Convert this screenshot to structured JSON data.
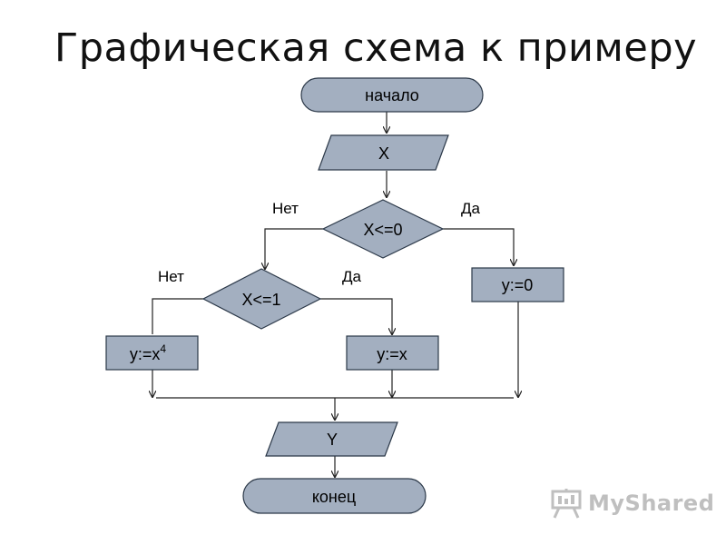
{
  "title": "Графическая схема к примеру",
  "nodes": {
    "start": "начало",
    "input_x": "X",
    "cond1": "X<=0",
    "assign_zero": "y:=0",
    "cond2": "X<=1",
    "assign_x4_base": "y:=x",
    "assign_x4_exp": "4",
    "assign_x": "y:=x",
    "output_y": "Y",
    "end": "конец"
  },
  "branches": {
    "cond1_no": "Нет",
    "cond1_yes": "Да",
    "cond2_no": "Нет",
    "cond2_yes": "Да"
  },
  "watermark": "MyShared",
  "colors": {
    "shape_fill": "#a3afc0",
    "shape_stroke": "#2b3848",
    "line": "#222222"
  }
}
